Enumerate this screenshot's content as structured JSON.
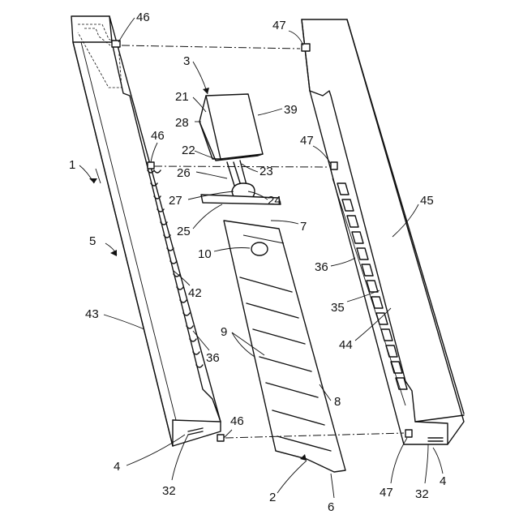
{
  "labels": {
    "n1": "1",
    "n2": "2",
    "n3": "3",
    "n4a": "4",
    "n4b": "4",
    "n5": "5",
    "n6": "6",
    "n7": "7",
    "n8": "8",
    "n9": "9",
    "n10": "10",
    "n21": "21",
    "n22": "22",
    "n23": "23",
    "n24": "24",
    "n25": "25",
    "n26": "26",
    "n27": "27",
    "n28": "28",
    "n32a": "32",
    "n32b": "32",
    "n35": "35",
    "n36a": "36",
    "n36b": "36",
    "n39": "39",
    "n42": "42",
    "n43": "43",
    "n44": "44",
    "n45": "45",
    "n46a": "46",
    "n46b": "46",
    "n46c": "46",
    "n47a": "47",
    "n47b": "47",
    "n47c": "47"
  }
}
